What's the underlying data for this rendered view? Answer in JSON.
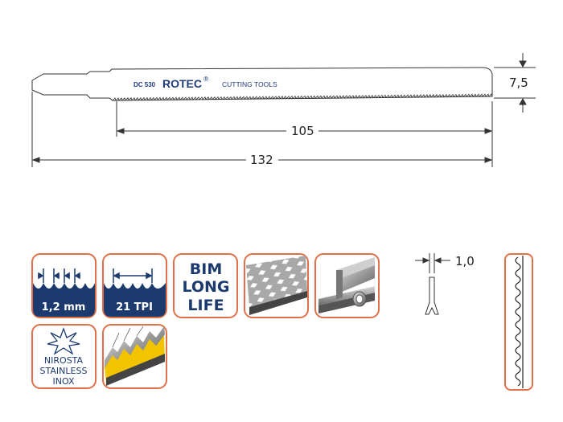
{
  "blade": {
    "code": "DC 530",
    "brand": "ROTEC",
    "registered": "®",
    "brand_suffix": "CUTTING TOOLS"
  },
  "dimensions": {
    "width": "7,5",
    "cutting_length": "105",
    "total_length": "132",
    "thickness": "1,0"
  },
  "tiles": {
    "tooth_pitch": "1,2 mm",
    "tpi": "21 TPI",
    "bim_lines": [
      "BIM",
      "LONG",
      "LIFE"
    ],
    "nirosta_lines": [
      "NIROSTA",
      "STAINLESS",
      "INOX"
    ]
  },
  "colors": {
    "tile_border": "#e0704a",
    "tile_navy": "#1c3a6e",
    "brand_blue": "#1f3c7a",
    "yellow": "#f2c400"
  }
}
